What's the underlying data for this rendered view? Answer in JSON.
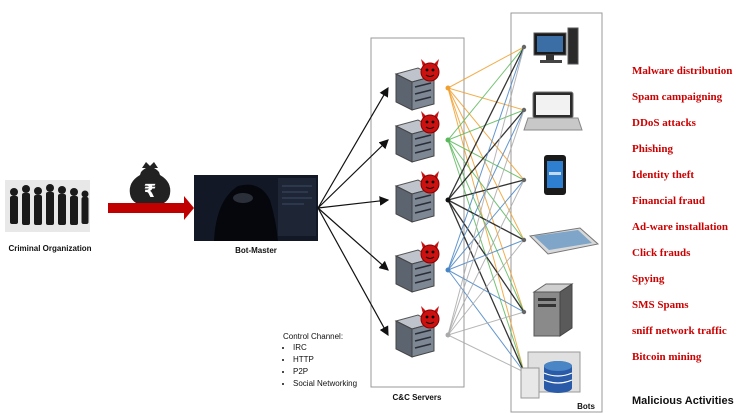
{
  "labels": {
    "criminal_organization": "Criminal Organization",
    "bot_master": "Bot-Master",
    "cc_servers": "C&C Servers",
    "bots": "Bots",
    "malicious_activities": "Malicious Activities",
    "currency_symbol": "₹"
  },
  "control_channel": {
    "title": "Control Channel:",
    "items": [
      "IRC",
      "HTTP",
      "P2P",
      "Social Networking"
    ]
  },
  "activities": [
    "Malware distribution",
    "Spam campaigning",
    "DDoS attacks",
    "Phishing",
    "Identity theft",
    "Financial fraud",
    "Ad-ware installation",
    "Click frauds",
    "Spying",
    "SMS Spams",
    "sniff network traffic",
    "Bitcoin mining"
  ],
  "icons": {
    "crowd": "people-silhouette-icon",
    "money": "money-bag-icon",
    "hacker": "hooded-hacker-icon",
    "server": "server-icon",
    "devil": "devil-face-icon",
    "desktop": "desktop-computer-icon",
    "laptop": "laptop-icon",
    "mobile": "mobile-phone-icon",
    "tablet": "tablet-icon",
    "tower": "server-tower-icon",
    "database": "database-icon"
  },
  "colors": {
    "arrow_red": "#c00000",
    "activity_red": "#cc0000",
    "devil_red": "#cc1111",
    "link_orange": "#f0a030",
    "link_green": "#5cb85c",
    "link_blue": "#4a86c5",
    "link_black": "#111111",
    "link_gray": "#aaaaaa"
  }
}
